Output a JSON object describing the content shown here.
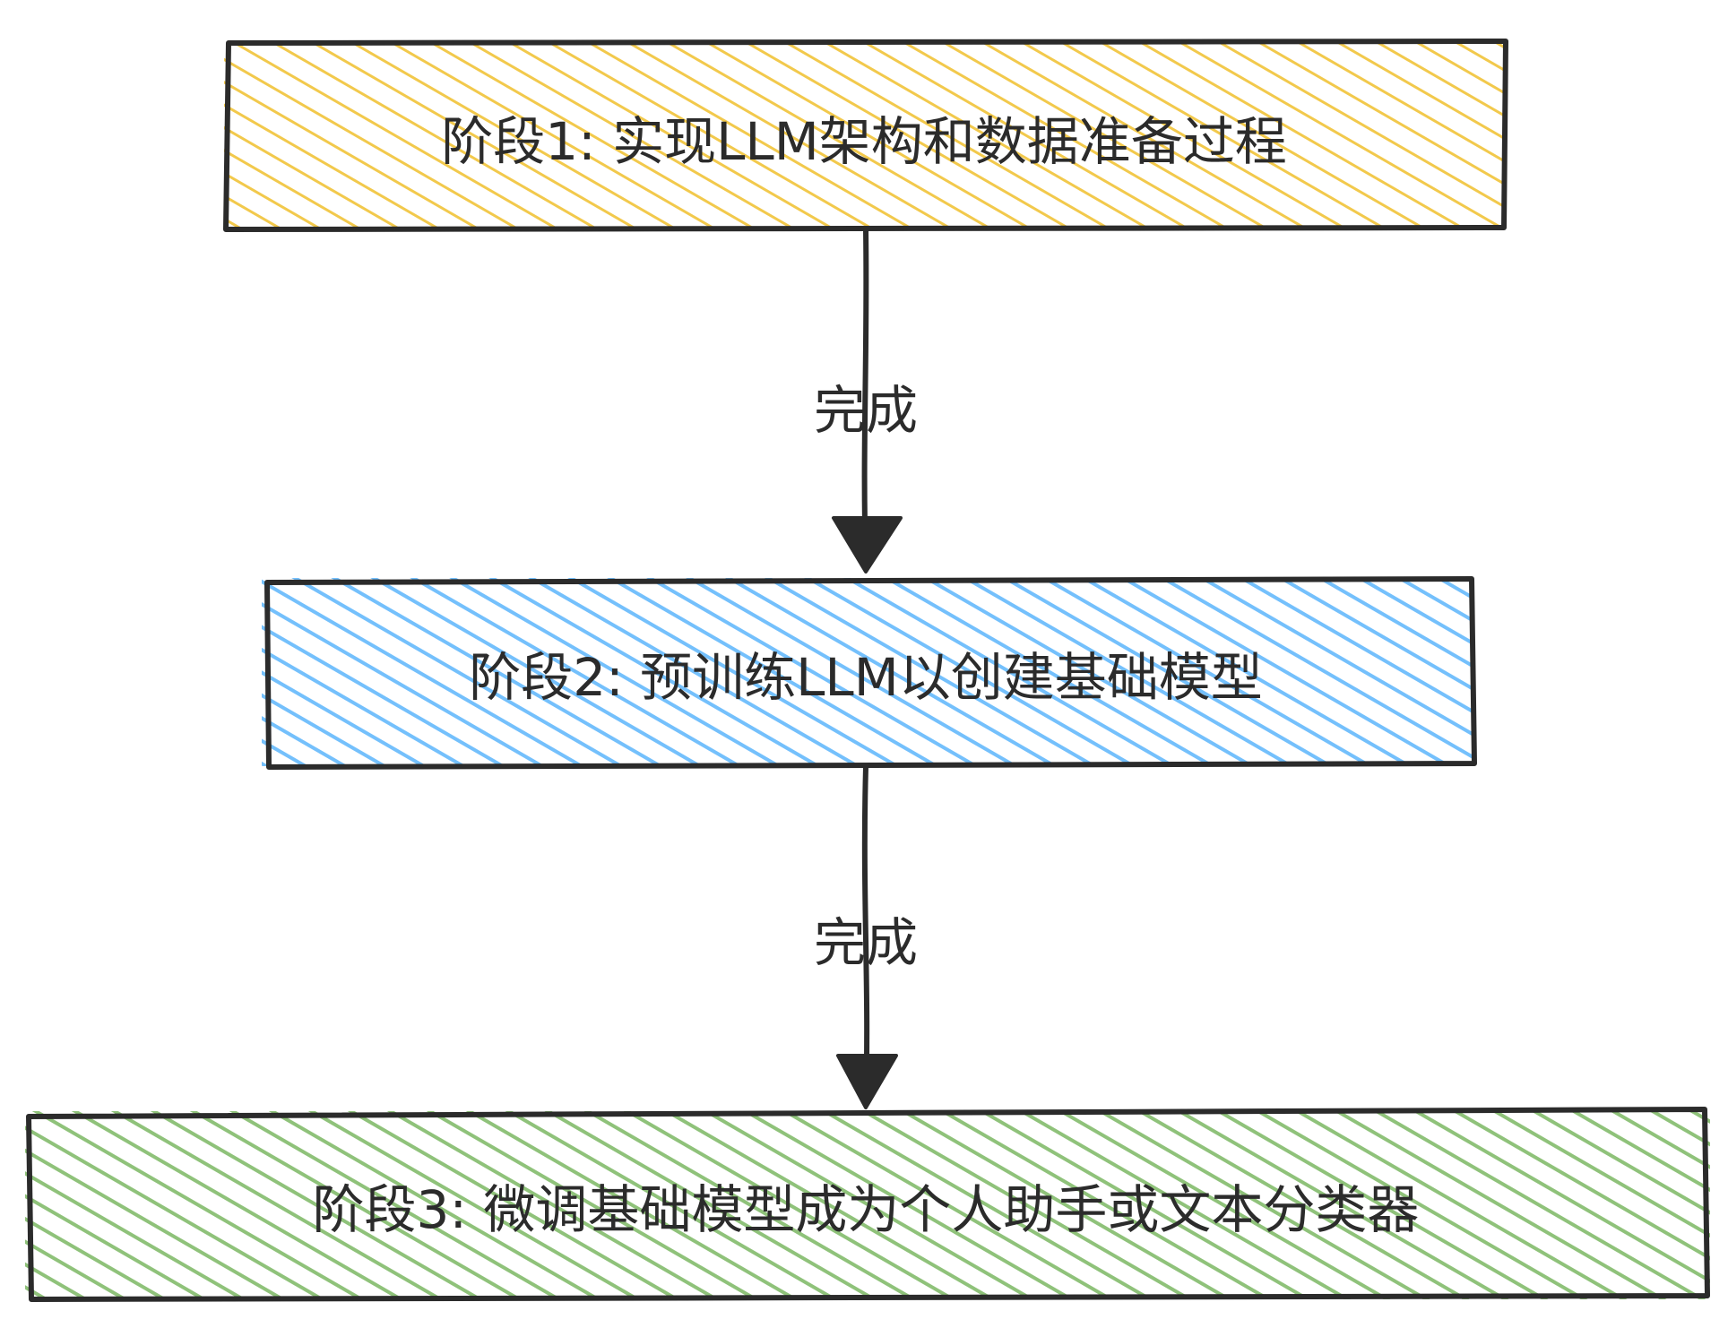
{
  "stages": [
    {
      "id": "stage-1",
      "label": "阶段1: 实现LLM架构和数据准备过程",
      "fill": "#f2c94c"
    },
    {
      "id": "stage-2",
      "label": "阶段2: 预训练LLM以创建基础模型",
      "fill": "#74c0fc"
    },
    {
      "id": "stage-3",
      "label": "阶段3: 微调基础模型成为个人助手或文本分类器",
      "fill": "#8fc27a"
    }
  ],
  "edges": [
    {
      "from": "stage-1",
      "to": "stage-2",
      "label": "完成"
    },
    {
      "from": "stage-2",
      "to": "stage-3",
      "label": "完成"
    }
  ],
  "colors": {
    "stroke": "#2b2b2b",
    "background": "#ffffff"
  }
}
